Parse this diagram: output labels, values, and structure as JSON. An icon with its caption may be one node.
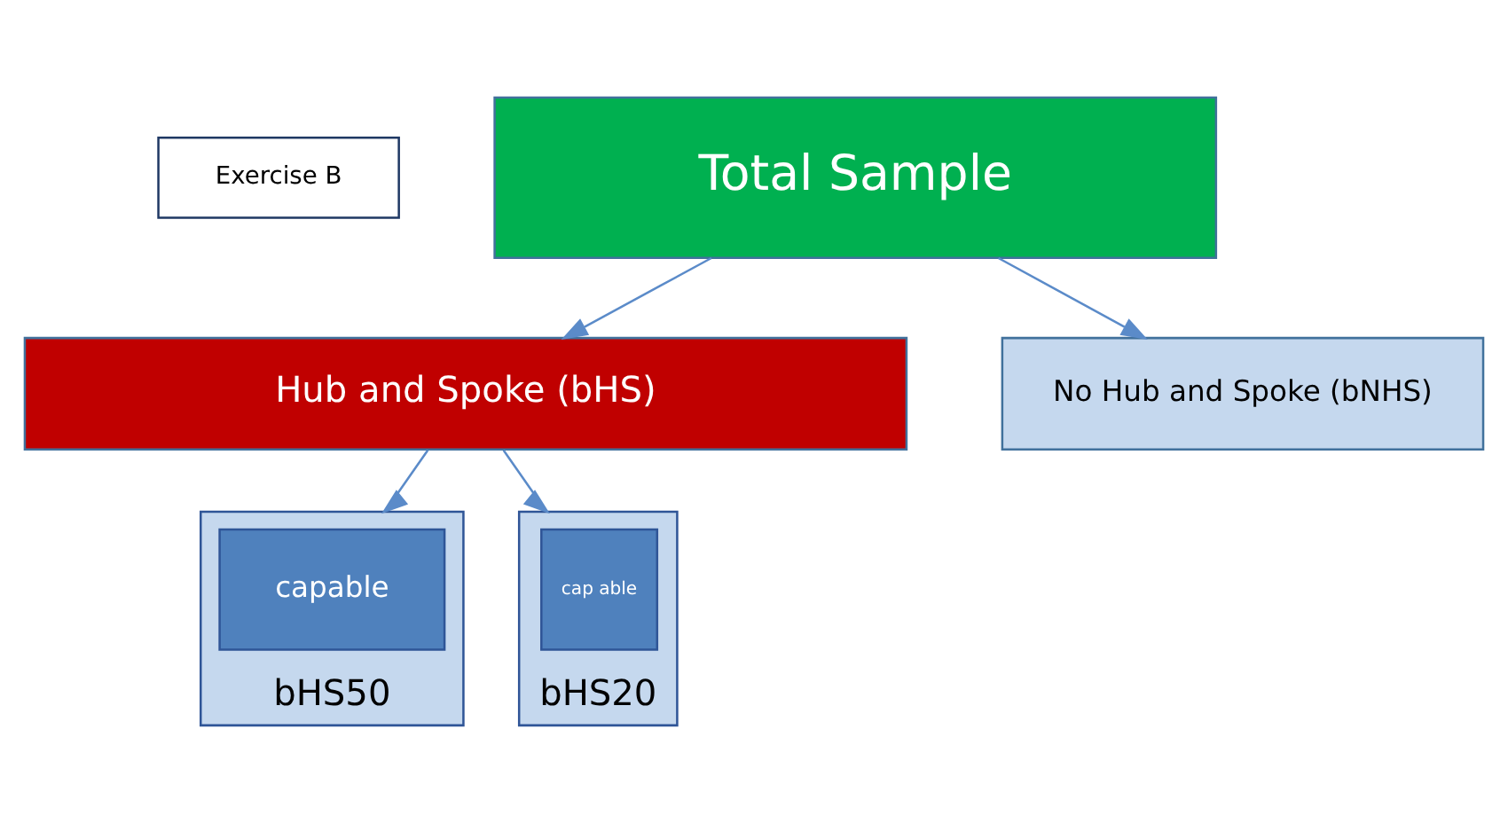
{
  "diagram": {
    "nodes": [
      {
        "text": [
          "Exercise B"
        ]
      },
      {
        "text": [
          "Total Sample"
        ]
      },
      {
        "text": [
          "Hub and Spoke (bHS)"
        ]
      },
      {
        "text": [
          "No Hub and Spoke (bNHS)"
        ]
      },
      {
        "text": [
          "bHS50"
        ]
      },
      {
        "text": [
          "capable"
        ],
        "in": 4
      },
      {
        "text": [
          "bHS20"
        ]
      },
      {
        "text": [
          "cap able"
        ],
        "in": 6
      }
    ],
    "edges": [
      {
        "from": 1,
        "to": 2,
        "arrow": "to"
      },
      {
        "from": 1,
        "to": 3,
        "arrow": "to"
      },
      {
        "from": 2,
        "to": 4,
        "arrow": "to"
      },
      {
        "from": 2,
        "to": 6,
        "arrow": "to"
      }
    ]
  }
}
